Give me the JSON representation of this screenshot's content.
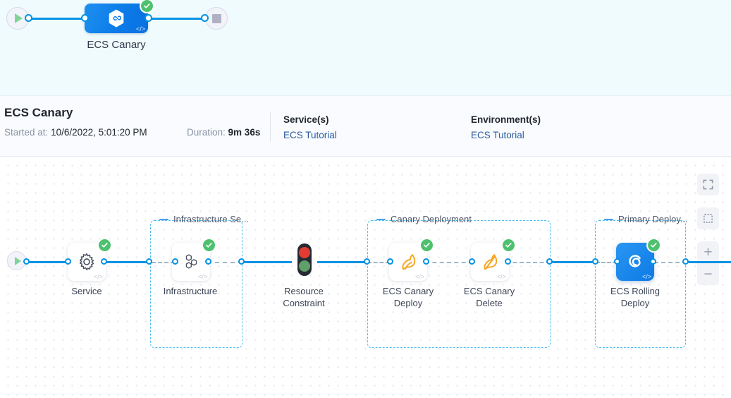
{
  "top_pipeline": {
    "start_icon": "play-icon",
    "end_icon": "stop-icon",
    "stage_label": "ECS Canary",
    "stage_icon": "harness-hexagon-infinity-icon",
    "status_icon": "success-check-icon",
    "code_icon": "code-brackets-icon"
  },
  "details": {
    "title": "ECS Canary",
    "started_key": "Started at",
    "started_value": "10/6/2022, 5:01:20 PM",
    "duration_key": "Duration",
    "duration_value": "9m 36s",
    "services_header": "Service(s)",
    "services_value": "ECS Tutorial",
    "environments_header": "Environment(s)",
    "environments_value": "ECS Tutorial"
  },
  "canvas": {
    "start_icon": "play-icon",
    "groups": [
      {
        "label": "Infrastructure Se...",
        "dash_icon": "group-collapse-dash-icon"
      },
      {
        "label": "Canary Deployment",
        "dash_icon": "group-collapse-dash-icon"
      },
      {
        "label": "Primary Deploy...",
        "dash_icon": "group-collapse-dash-icon"
      }
    ],
    "nodes": [
      {
        "id": "service",
        "label": "Service",
        "icon": "gear-icon",
        "status": "success-check-icon",
        "code": "code-brackets-icon"
      },
      {
        "id": "infrastructure",
        "label": "Infrastructure",
        "icon": "hexagon-cluster-icon",
        "status": "success-check-icon",
        "code": "code-brackets-icon"
      },
      {
        "id": "resource-constraint",
        "label": "Resource\nConstraint",
        "icon": "traffic-light-icon",
        "status": "",
        "code": ""
      },
      {
        "id": "ecs-canary-deploy",
        "label": "ECS Canary\nDeploy",
        "icon": "canary-bird-icon",
        "status": "success-check-icon",
        "code": "code-brackets-icon"
      },
      {
        "id": "ecs-canary-delete",
        "label": "ECS Canary\nDelete",
        "icon": "canary-bird-delete-icon",
        "status": "success-check-icon",
        "code": "code-brackets-icon"
      },
      {
        "id": "ecs-rolling-deploy",
        "label": "ECS Rolling\nDeploy",
        "icon": "ecs-rolling-icon",
        "status": "success-check-icon",
        "code": "code-brackets-icon"
      }
    ],
    "controls": [
      {
        "id": "fullscreen",
        "icon": "fullscreen-expand-icon"
      },
      {
        "id": "fit-selection",
        "icon": "dashed-selection-box-icon"
      },
      {
        "id": "zoom-in",
        "icon": "plus-icon",
        "symbol": "+"
      },
      {
        "id": "zoom-out",
        "icon": "minus-icon",
        "symbol": "−"
      }
    ]
  },
  "colors": {
    "accent_blue": "#0092e4",
    "node_blue": "#0d7ae6",
    "success_green": "#4dc16e",
    "group_dashed": "#4fc0f0",
    "canary_orange": "#f5a623",
    "topbar_bg": "#effbfd",
    "details_bg": "#f9fbfe",
    "link_blue": "#2b5b9e"
  }
}
